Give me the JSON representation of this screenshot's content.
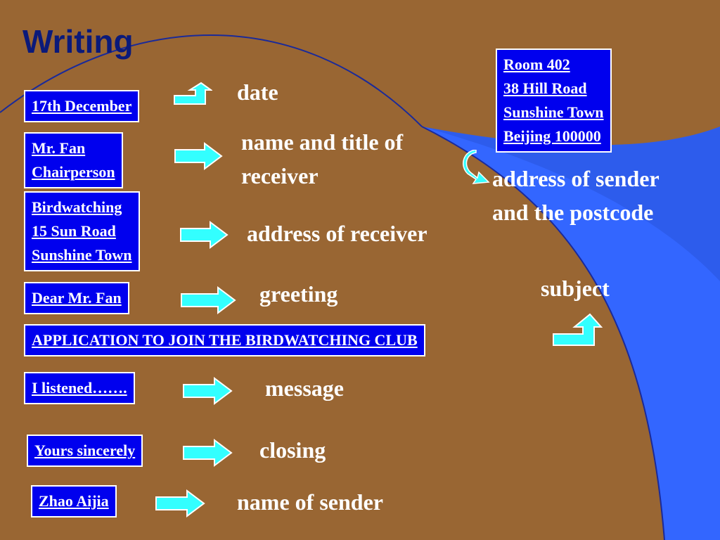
{
  "title": "Writing",
  "boxes": {
    "date": [
      "17th December"
    ],
    "receiver_name": [
      "Mr. Fan",
      "Chairperson"
    ],
    "receiver_address": [
      "Birdwatching",
      "15 Sun Road",
      "Sunshine Town"
    ],
    "greeting": [
      "Dear Mr. Fan"
    ],
    "subject": [
      "APPLICATION TO JOIN THE BIRDWATCHING CLUB"
    ],
    "message": [
      "I listened……."
    ],
    "closing": [
      "Yours sincerely"
    ],
    "sender_name": [
      "Zhao Aijia"
    ],
    "sender_address": [
      "Room 402",
      "38 Hill Road",
      "Sunshine Town",
      "Beijing 100000"
    ]
  },
  "labels": {
    "date": [
      "date"
    ],
    "receiver_name": [
      "name and title of",
      "receiver"
    ],
    "receiver_address": [
      "address of receiver"
    ],
    "greeting": [
      "greeting"
    ],
    "subject": [
      "subject"
    ],
    "message": [
      "message"
    ],
    "closing": [
      "closing"
    ],
    "sender_name": [
      "name of sender"
    ],
    "sender_address": [
      "address of sender",
      "and the postcode"
    ]
  },
  "colors": {
    "background": "#996633",
    "box_fill": "#0000ee",
    "arrow": "#33ffff",
    "title": "#0b1a7a",
    "swoosh": "#3366ff"
  },
  "icons": {
    "right_arrow": "right-arrow-icon",
    "up_bent_arrow": "bent-up-arrow-icon",
    "curved_arrow": "curved-arrow-icon"
  }
}
